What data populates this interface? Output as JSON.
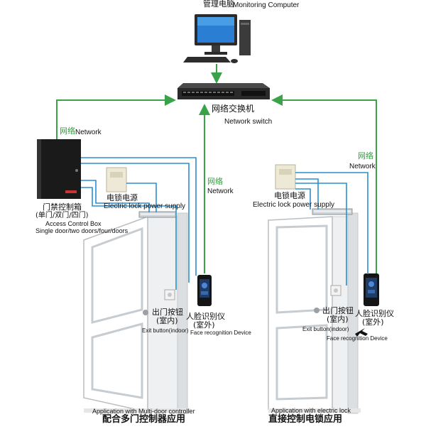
{
  "colors": {
    "network_line": "#3aa34a",
    "signal_line": "#2a8fd0",
    "device_dark": "#1a1a1a",
    "door_frame": "#cfd3d6"
  },
  "top": {
    "computer_label_zh": "管理电脑",
    "computer_label_en": "Monitoring Computer",
    "switch_label_zh": "网络交换机",
    "switch_label_en": "Network switch"
  },
  "links": {
    "network_zh": "网络",
    "network_en": "Network"
  },
  "left_scene": {
    "controller_zh": "门禁控制箱",
    "controller_doors_zh": "(单门/双门/四门)",
    "controller_en": "Access Control Box",
    "controller_doors_en": "Single door/two doors/four/doors",
    "power_zh": "电锁电源",
    "power_en": "Electric lock power supply",
    "exit_zh": "出门按钮",
    "exit_room_zh": "(室内)",
    "exit_en": "Exit button(indoor)",
    "face_zh": "人脸识别仪",
    "face_room_zh": "(室外)",
    "face_en": "Face recognition Device",
    "caption_en": "Application with Multi-door controller",
    "caption_zh": "配合多门控制器应用"
  },
  "right_scene": {
    "power_zh": "电锁电源",
    "power_en": "Electric lock power supply",
    "exit_zh": "出门按钮",
    "exit_room_zh": "(室内)",
    "exit_en": "Exit button(indoor)",
    "face_zh": "人脸识别仪",
    "face_room_zh": "(室外)",
    "face_en": "Face recognition Device",
    "caption_en": "Application with electric lock",
    "caption_zh": "直接控制电锁应用"
  }
}
